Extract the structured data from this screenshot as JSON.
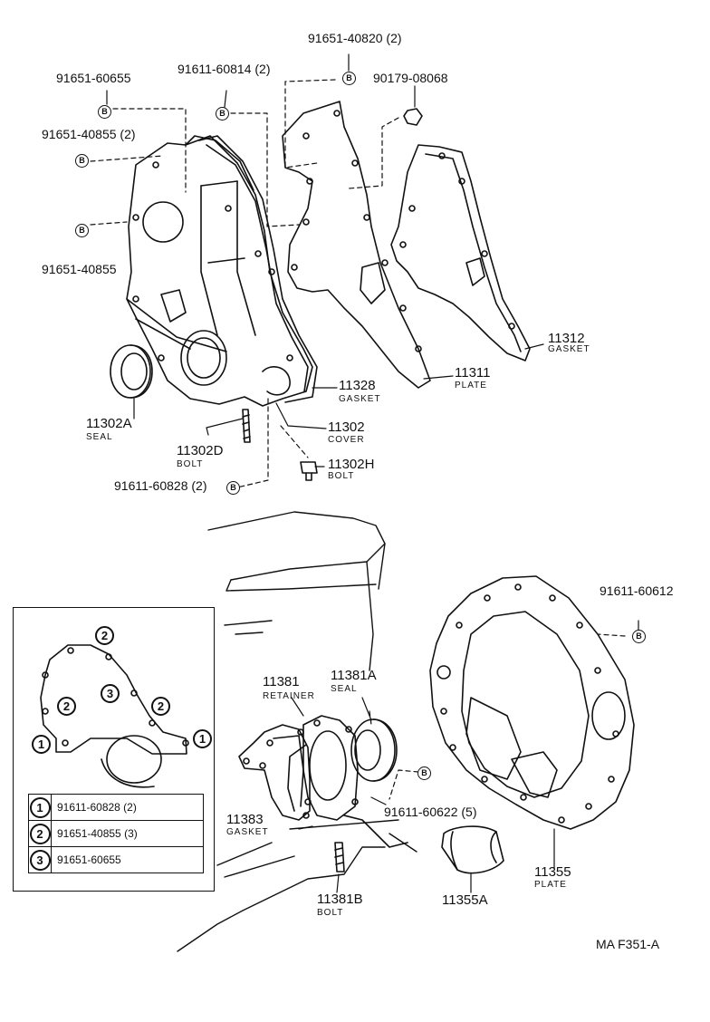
{
  "labels": {
    "p91651_40820": "91651-40820 (2)",
    "p91651_60655": "91651-60655",
    "p91611_60814": "91611-60814 (2)",
    "p90179_08068": "90179-08068",
    "p91651_40855_2": "91651-40855 (2)",
    "p91651_40855": "91651-40855",
    "p11312": "11312",
    "p11312_name": "GASKET",
    "p11311": "11311",
    "p11311_name": "PLATE",
    "p11328": "11328",
    "p11328_name": "GASKET",
    "p11302": "11302",
    "p11302_name": "COVER",
    "p11302A": "11302A",
    "p11302A_name": "SEAL",
    "p11302D": "11302D",
    "p11302D_name": "BOLT",
    "p11302H": "11302H",
    "p11302H_name": "BOLT",
    "p91611_60828": "91611-60828 (2)",
    "p91611_60612": "91611-60612",
    "p11381": "11381",
    "p11381_name": "RETAINER",
    "p11381A": "11381A",
    "p11381A_name": "SEAL",
    "p91611_60622": "91611-60622 (5)",
    "p11383": "11383",
    "p11383_name": "GASKET",
    "p11381B": "11381B",
    "p11381B_name": "BOLT",
    "p11355A": "11355A",
    "p11355": "11355",
    "p11355_name": "PLATE",
    "figure_code": "MA F351-A",
    "bolt_symbol": "B"
  },
  "legend": {
    "markers": [
      "1",
      "2",
      "3"
    ],
    "rows": [
      {
        "key": "1",
        "part": "91611-60828 (2)"
      },
      {
        "key": "2",
        "part": "91651-40855 (3)"
      },
      {
        "key": "3",
        "part": "91651-60655"
      }
    ]
  }
}
